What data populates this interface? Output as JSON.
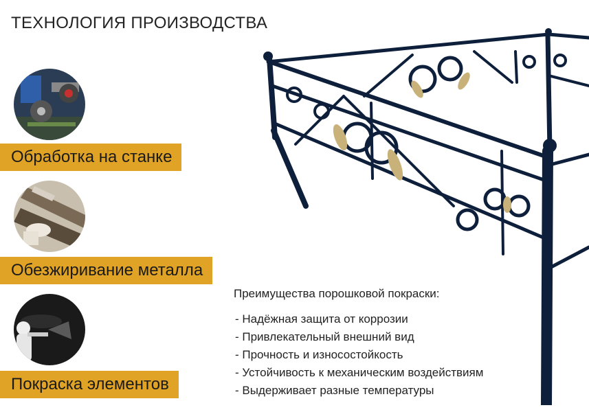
{
  "header": {
    "title": "ТЕХНОЛОГИЯ ПРОИЗВОДСТВА"
  },
  "steps": [
    {
      "label": "Обработка на станке",
      "icon": "machining-photo"
    },
    {
      "label": "Обезжиривание металла",
      "icon": "degreasing-photo"
    },
    {
      "label": "Покраска элементов",
      "icon": "painting-photo"
    }
  ],
  "benefits": {
    "heading": "Преимущества порошковой покраски:",
    "items": [
      "- Надёжная защита от коррозии",
      "- Привлекательный внешний вид",
      "- Прочность и износостойкость",
      "- Устойчивость к механическим воздействиям",
      "- Выдерживает разные температуры"
    ]
  },
  "colors": {
    "label_bg": "#e0a326",
    "fence_metal": "#0d1f3a",
    "ornament_gold": "#c9b27a"
  }
}
